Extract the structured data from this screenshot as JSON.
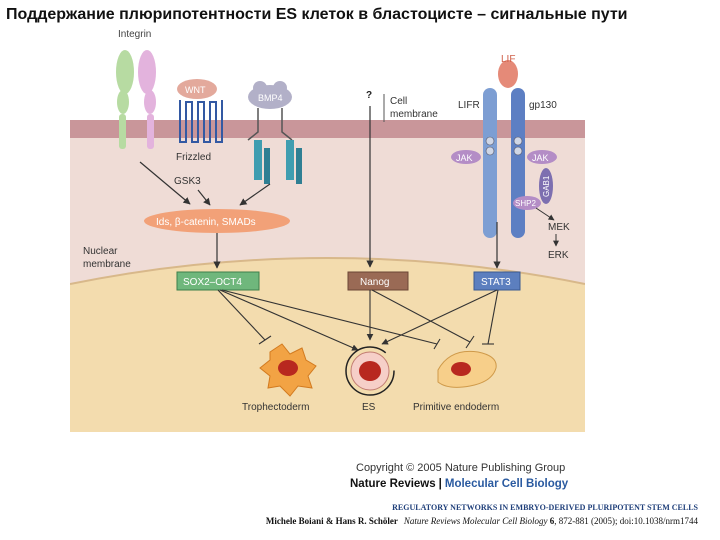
{
  "slide": {
    "title": "Поддержание плюрипотентности ES клеток в бластоцисте – сигнальные пути"
  },
  "diagram": {
    "labels": {
      "integrin": "Integrin",
      "wnt": "WNT",
      "bmp4": "BMP4",
      "question": "?",
      "cell_membrane_1": "Cell",
      "cell_membrane_2": "membrane",
      "lif": "LIF",
      "lifr": "LIFR",
      "gp130": "gp130",
      "frizzled": "Frizzled",
      "jak_left": "JAK",
      "jak_right": "JAK",
      "gab1": "GAB1",
      "shp2": "SHP2",
      "gsk3": "GSK3",
      "complex": "Ids, β-catenin, SMADs",
      "mek": "MEK",
      "erk": "ERK",
      "nuclear_membrane_1": "Nuclear",
      "nuclear_membrane_2": "membrane",
      "sox2_oct4": "SOX2–OCT4",
      "nanog": "Nanog",
      "stat3": "STAT3",
      "trophectoderm": "Trophectoderm",
      "es": "ES",
      "primitive_endoderm": "Primitive endoderm"
    },
    "colors": {
      "cytoplasm": "#efdcd6",
      "membrane": "#c9969a",
      "nucleus": "#f3dcae",
      "box_sox": "#6fb77c",
      "box_nanog": "#9a6a55",
      "box_stat3": "#5c7fbf",
      "complex": "#f2a178",
      "receptor_blue": "#7d9ed3",
      "teal": "#3f9db0",
      "jak": "#b48dc6"
    }
  },
  "credits": {
    "copyright": "Copyright © 2005 Nature Publishing Group",
    "brand_nr": "Nature Reviews",
    "brand_sep": "|",
    "brand_mcb": "Molecular Cell Biology",
    "ref_title": "REGULATORY NETWORKS IN EMBRYO-DERIVED PLURIPOTENT STEM CELLS",
    "ref_authors": "Michele Boiani & Hans R. Schöler",
    "ref_journal": "Nature Reviews Molecular Cell Biology",
    "ref_volume": "6",
    "ref_rest": ", 872-881 (2005); doi:10.1038/nrm1744"
  }
}
